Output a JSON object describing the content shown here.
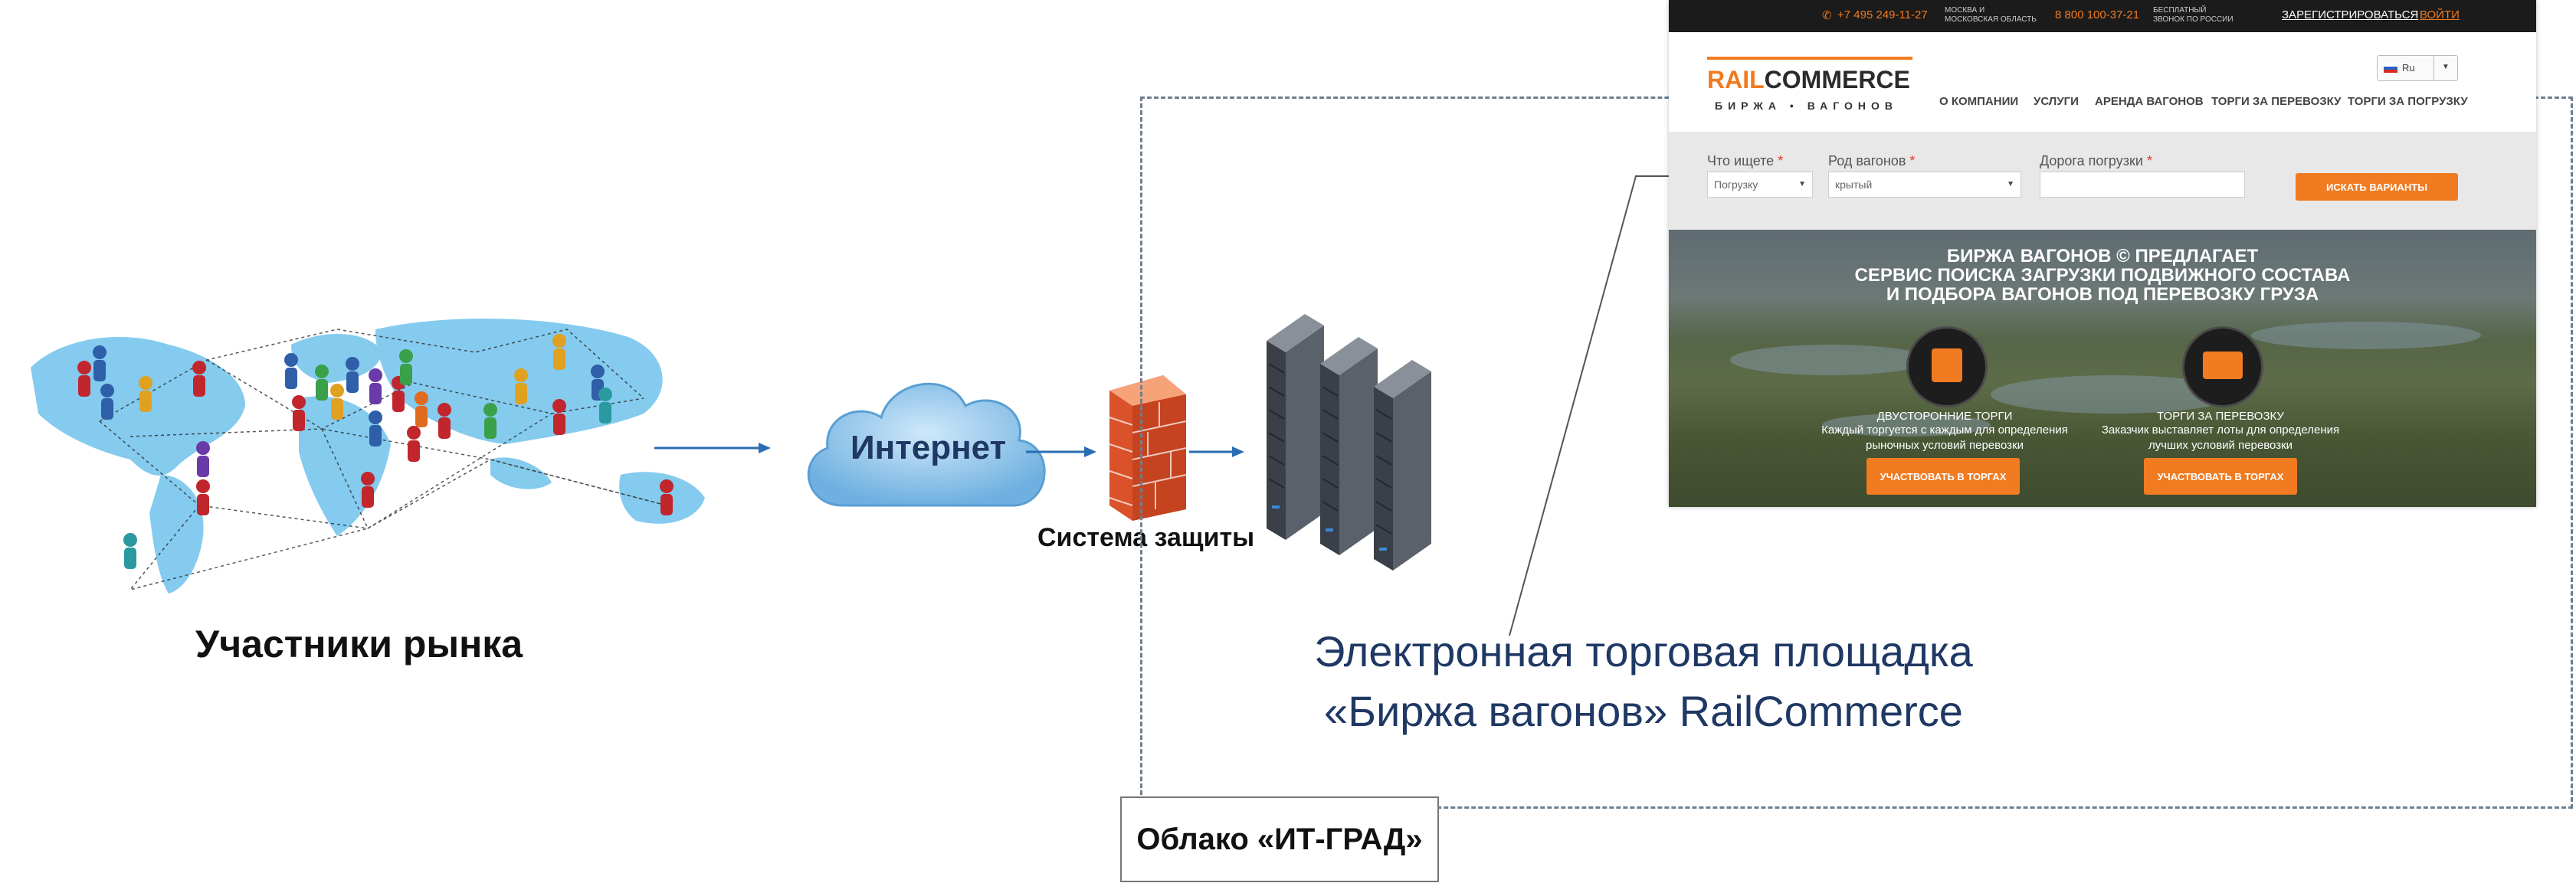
{
  "labels": {
    "participants": "Участники рынка",
    "internet": "Интернет",
    "security": "Система защиты",
    "platform_line1": "Электронная торговая площадка",
    "platform_line2": "«Биржа вагонов» RailCommerce",
    "cloud": "Облако «ИТ-ГРАД»"
  },
  "site": {
    "topbar": {
      "phone1": "+7 495 249-11-27",
      "phone1_note": "МОСКВА И МОСКОВСКАЯ ОБЛАСТЬ",
      "phone2": "8 800 100-37-21",
      "phone2_note": "БЕСПЛАТНЫЙ ЗВОНОК ПО РОССИИ",
      "register": "ЗАРЕГИСТРИРОВАТЬСЯ",
      "login": "ВОЙТИ"
    },
    "logo": {
      "rail": "RAIL",
      "commerce": "COMMERCE",
      "subtitle": "БИРЖА • ВАГОНОВ"
    },
    "lang": "Ru",
    "nav": [
      "О КОМПАНИИ",
      "УСЛУГИ",
      "АРЕНДА ВАГОНОВ",
      "ТОРГИ ЗА ПЕРЕВОЗКУ",
      "ТОРГИ ЗА ПОГРУЗКУ"
    ],
    "search": {
      "what_label": "Что ищете",
      "what_value": "Погрузку",
      "kind_label": "Род вагонов",
      "kind_value": "крытый",
      "road_label": "Дорога погрузки",
      "road_value": "",
      "button": "ИСКАТЬ ВАРИАНТЫ"
    },
    "hero": {
      "line1": "БИРЖА ВАГОНОВ © ПРЕДЛАГАЕТ",
      "line2": "СЕРВИС ПОИСКА ЗАГРУЗКИ ПОДВИЖНОГО СОСТАВА",
      "line3": "И ПОДБОРА ВАГОНОВ ПОД ПЕРЕВОЗКУ ГРУЗА",
      "left_title": "ДВУСТОРОННИЕ ТОРГИ",
      "left_text1": "Каждый торгуется с каждым для определения",
      "left_text2": "рыночных условий перевозки",
      "right_title": "ТОРГИ ЗА ПЕРЕВОЗКУ",
      "right_text1": "Заказчик выставляет лоты для определения",
      "right_text2": "лучших условий перевозки",
      "left_button": "УЧАСТВОВАТЬ В ТОРГАХ",
      "right_button": "УЧАСТВОВАТЬ В ТОРГАХ"
    }
  },
  "colors": {
    "accent": "#f07b21",
    "cloud_fill": "#7fb9e3",
    "firewall": "#f06a38",
    "server": "#3a3f48",
    "map": "#6fc2ec",
    "platform_text": "#1f3864"
  },
  "icons": [
    "world-map-network",
    "cloud-icon",
    "firewall-icon",
    "server-rack-icon",
    "cargo-box-icon",
    "railcar-icon",
    "flag-ru-icon"
  ]
}
